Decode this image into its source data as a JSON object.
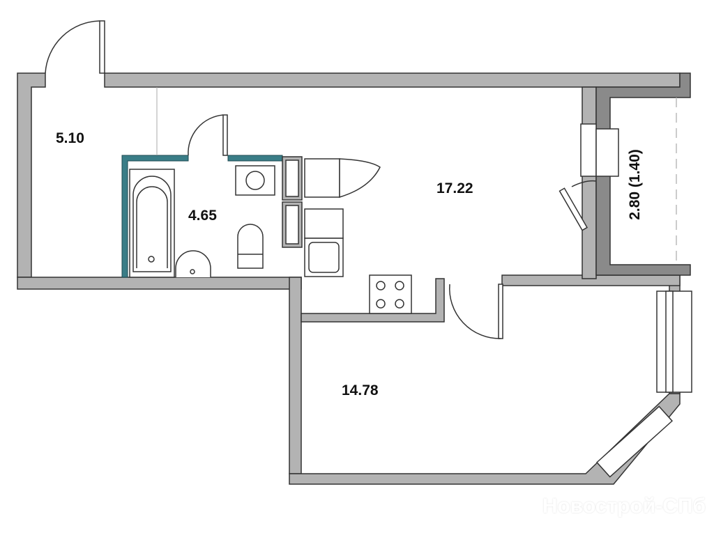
{
  "rooms": {
    "hall_area": "5.10",
    "bathroom_area": "4.65",
    "kitchen_living_area": "17.22",
    "bedroom_area": "14.78",
    "balcony_area": "2.80 (1.40)"
  },
  "watermark": "Новострой-СПб",
  "colors": {
    "wall": "#b3b3b3",
    "balcony_wall": "#8a8a8a",
    "bathroom_wall": "#3a7d87"
  }
}
